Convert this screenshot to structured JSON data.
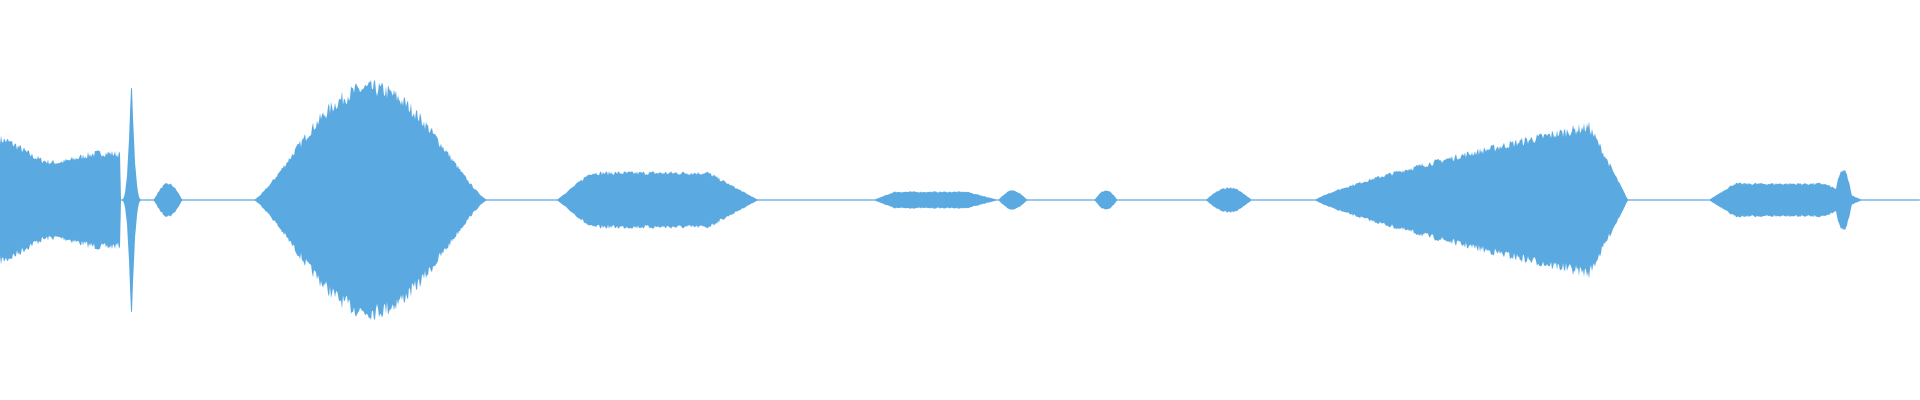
{
  "waveform": {
    "color": "#5aa9e0",
    "background": "#ffffff",
    "segments": [
      {
        "t_start": 0.0,
        "t_end": 0.063,
        "peak": 0.45,
        "shape": "decay-wobble"
      },
      {
        "t_start": 0.063,
        "t_end": 0.074,
        "peak": 1.0,
        "shape": "spike"
      },
      {
        "t_start": 0.08,
        "t_end": 0.095,
        "peak": 0.12,
        "shape": "blip"
      },
      {
        "t_start": 0.132,
        "t_end": 0.26,
        "peak": 0.83,
        "shape": "swell"
      },
      {
        "t_start": 0.29,
        "t_end": 0.395,
        "peak": 0.2,
        "shape": "plateau"
      },
      {
        "t_start": 0.455,
        "t_end": 0.52,
        "peak": 0.06,
        "shape": "plateau"
      },
      {
        "t_start": 0.52,
        "t_end": 0.535,
        "peak": 0.07,
        "shape": "blip"
      },
      {
        "t_start": 0.57,
        "t_end": 0.582,
        "peak": 0.07,
        "shape": "blip"
      },
      {
        "t_start": 0.628,
        "t_end": 0.652,
        "peak": 0.09,
        "shape": "blip"
      },
      {
        "t_start": 0.685,
        "t_end": 0.848,
        "peak": 0.55,
        "shape": "ramp-up"
      },
      {
        "t_start": 0.89,
        "t_end": 0.97,
        "peak": 0.12,
        "shape": "plateau"
      },
      {
        "t_start": 0.955,
        "t_end": 0.965,
        "peak": 0.22,
        "shape": "blip"
      }
    ]
  }
}
